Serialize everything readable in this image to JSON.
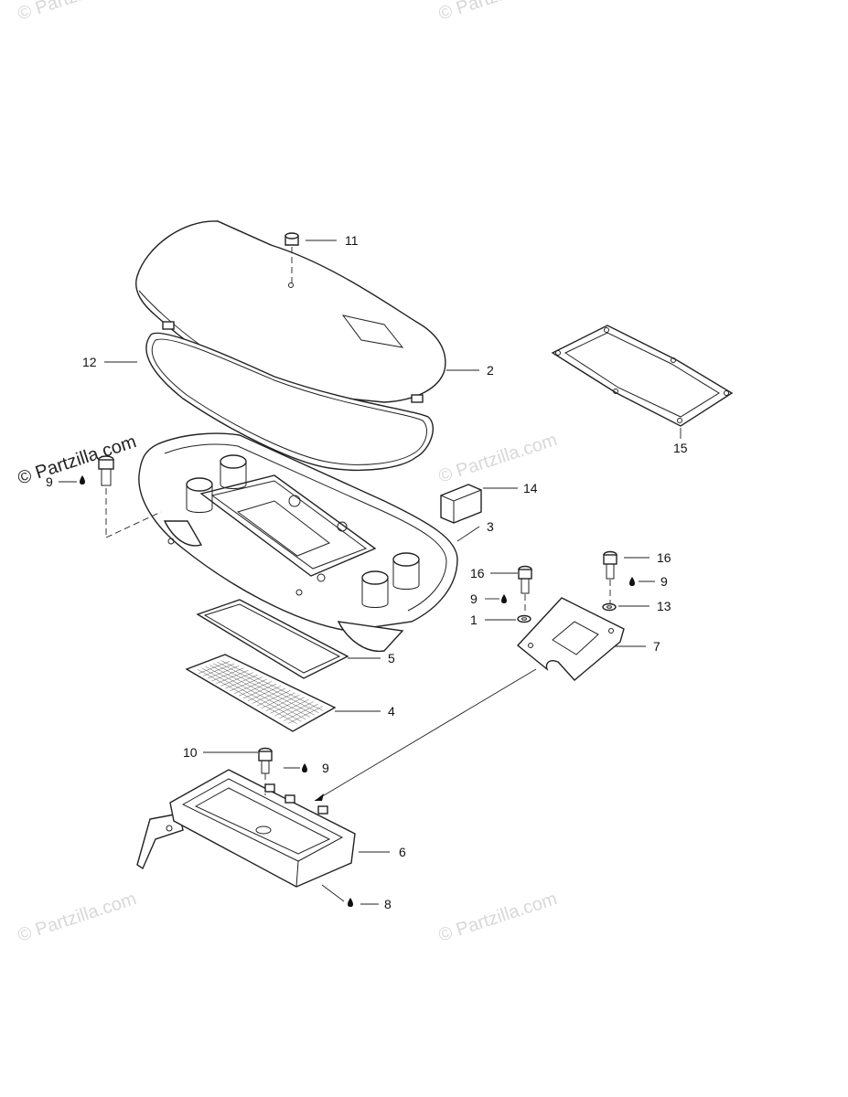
{
  "watermarks": {
    "main": "© Partzilla.com",
    "ghost": "© Partzilla.com"
  },
  "callouts": {
    "c1": "1",
    "c2": "2",
    "c3": "3",
    "c4": "4",
    "c5": "5",
    "c6": "6",
    "c7": "7",
    "c8": "8",
    "c9a": "9",
    "c9b": "9",
    "c9c": "9",
    "c9d": "9",
    "c10": "10",
    "c11": "11",
    "c12": "12",
    "c13": "13",
    "c14": "14",
    "c15": "15",
    "c16a": "16",
    "c16b": "16"
  },
  "colors": {
    "line": "#222222",
    "watermark": "#d8d8d8",
    "background": "#ffffff"
  }
}
